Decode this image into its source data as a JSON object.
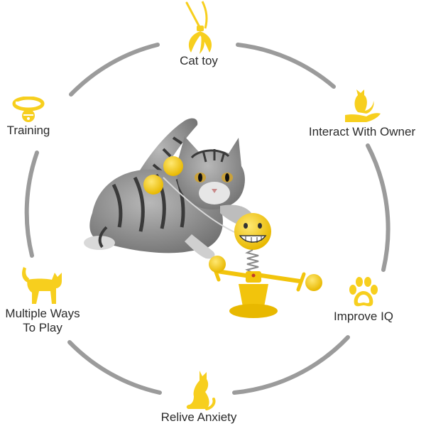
{
  "colors": {
    "accent": "#F7CF1E",
    "ring": "#9b9b9b",
    "text": "#2b2b2b",
    "cat_fur": "#8c8c8c",
    "cat_stripe": "#3a3a3a"
  },
  "features": [
    {
      "id": "cat-toy",
      "label": "Cat toy",
      "icon": "feather-wand-icon"
    },
    {
      "id": "interact",
      "label": "Interact With Owner",
      "icon": "cat-on-hand-icon"
    },
    {
      "id": "iq",
      "label": "Improve IQ",
      "icon": "paw-print-icon"
    },
    {
      "id": "anxiety",
      "label": "Relive Anxiety",
      "icon": "sitting-cat-icon"
    },
    {
      "id": "multi",
      "label_line1": "Multiple Ways",
      "label_line2": "To Play",
      "icon": "walking-cat-icon"
    },
    {
      "id": "training",
      "label": "Training",
      "icon": "collar-bell-icon"
    }
  ],
  "product": {
    "subject": "kitten-playing-with-spinning-toy"
  }
}
